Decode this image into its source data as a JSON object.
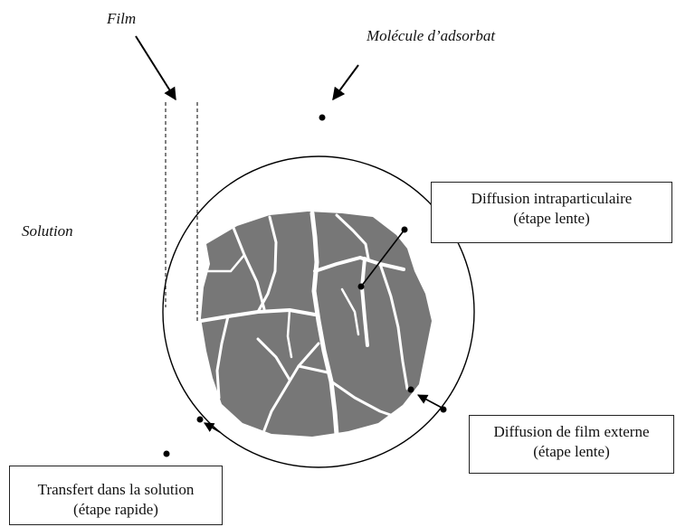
{
  "labels": {
    "film": "Film",
    "molecule": "Molécule d’adsorbat",
    "solution": "Solution"
  },
  "boxes": {
    "intra": {
      "line1": "Diffusion intraparticulaire",
      "line2": "(étape lente)"
    },
    "external": {
      "line1": "Diffusion de film externe",
      "line2": "(étape lente)"
    },
    "transfer": {
      "line1": "Transfert dans la solution",
      "line2": "(étape rapide)"
    }
  },
  "colors": {
    "particle": "#777777",
    "stroke": "#000000",
    "pores": "#ffffff"
  }
}
